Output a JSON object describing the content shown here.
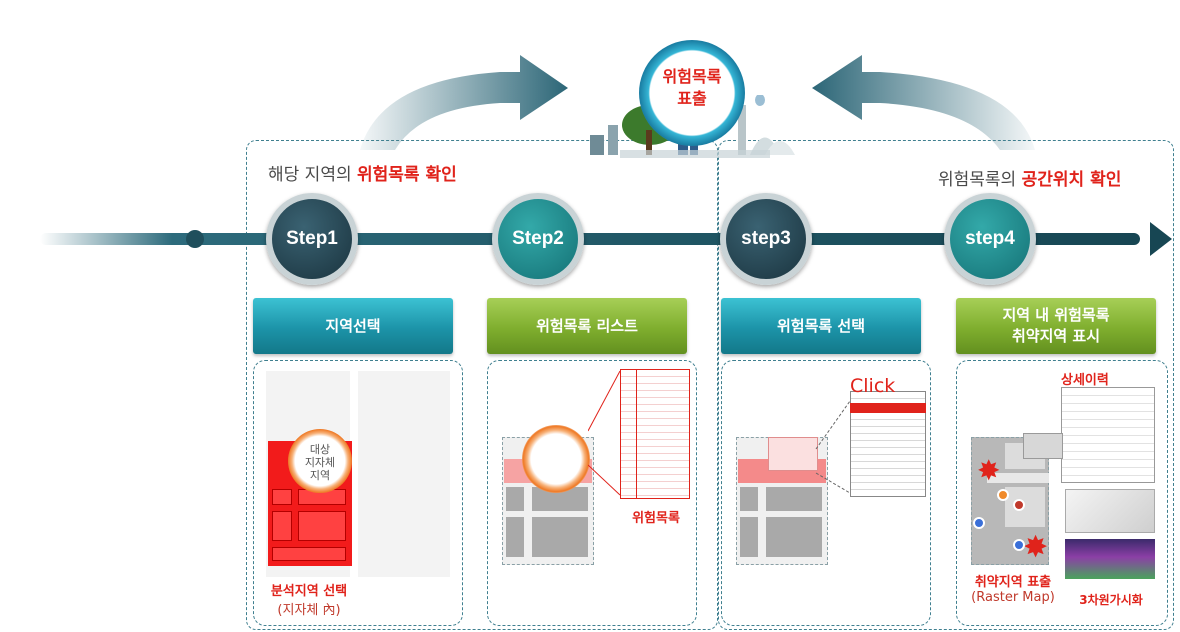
{
  "center_emblem": {
    "line1": "위험목록",
    "line2": "표출"
  },
  "left_section": {
    "heading_prefix": "해당 지역의 ",
    "heading_highlight": "위험목록 확인"
  },
  "right_section": {
    "heading_prefix": "위험목록의 ",
    "heading_highlight": "공간위치 확인"
  },
  "steps": [
    {
      "label": "Step1"
    },
    {
      "label": "Step2"
    },
    {
      "label": "step3"
    },
    {
      "label": "step4"
    }
  ],
  "boxes": [
    {
      "title": "지역선택"
    },
    {
      "title": "위험목록 리스트"
    },
    {
      "title": "위험목록 선택"
    },
    {
      "title_line1": "지역 내 위험목록",
      "title_line2": "취약지역 표시"
    }
  ],
  "panel1": {
    "bubble_line1": "대상",
    "bubble_line2": "지자체",
    "bubble_line3": "지역",
    "caption_line1": "분석지역 선택",
    "caption_line2": "(지자체 內)"
  },
  "panel2": {
    "caption": "위험목록"
  },
  "panel3": {
    "click_label": "Click"
  },
  "panel4": {
    "detail_label": "상세이력",
    "caption_line1": "취약지역 표출",
    "caption_line2": "(Raster Map)",
    "viz_label": "3차원가시화"
  },
  "colors": {
    "teal_dark": "#223f4b",
    "teal": "#1c7f82",
    "highlight_red": "#e0231b",
    "label_teal": "#1c93a8",
    "label_green": "#7fae2e"
  }
}
